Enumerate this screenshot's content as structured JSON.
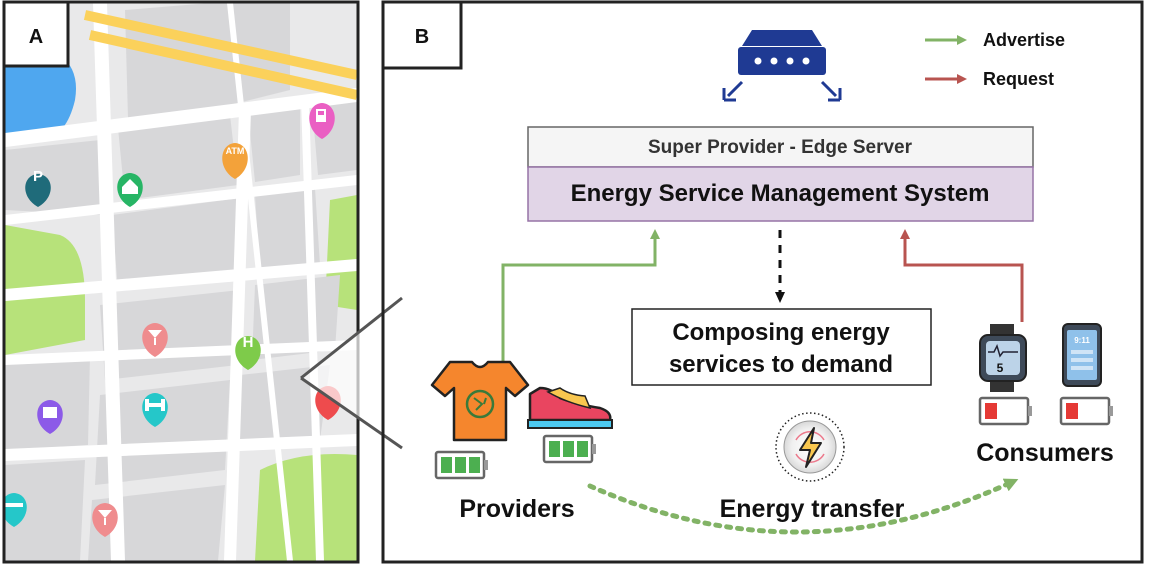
{
  "panel_a": {
    "label": "A",
    "pins": {
      "parking": "P",
      "atm": "ATM",
      "hospital": "H"
    }
  },
  "panel_b": {
    "label": "B",
    "legend": {
      "advertise": "Advertise",
      "request": "Request",
      "advertise_color": "#82b366",
      "request_color": "#b85450"
    },
    "edge_server": {
      "title": "Super Provider - Edge Server",
      "system": "Energy Service Management System",
      "title_fill": "#f5f5f5",
      "system_fill": "#e1d5e7",
      "system_border": "#9673a6"
    },
    "composing": {
      "line1": "Composing energy",
      "line2": "services to demand"
    },
    "providers_label": "Providers",
    "consumers_label": "Consumers",
    "energy_transfer_label": "Energy transfer",
    "watch_display": "5",
    "phone_display": "9:11",
    "icons": [
      "router-icon",
      "tshirt-icon",
      "sneaker-icon",
      "battery-full-icon",
      "battery-low-icon",
      "smartwatch-icon",
      "smartphone-icon",
      "lightning-icon"
    ]
  }
}
